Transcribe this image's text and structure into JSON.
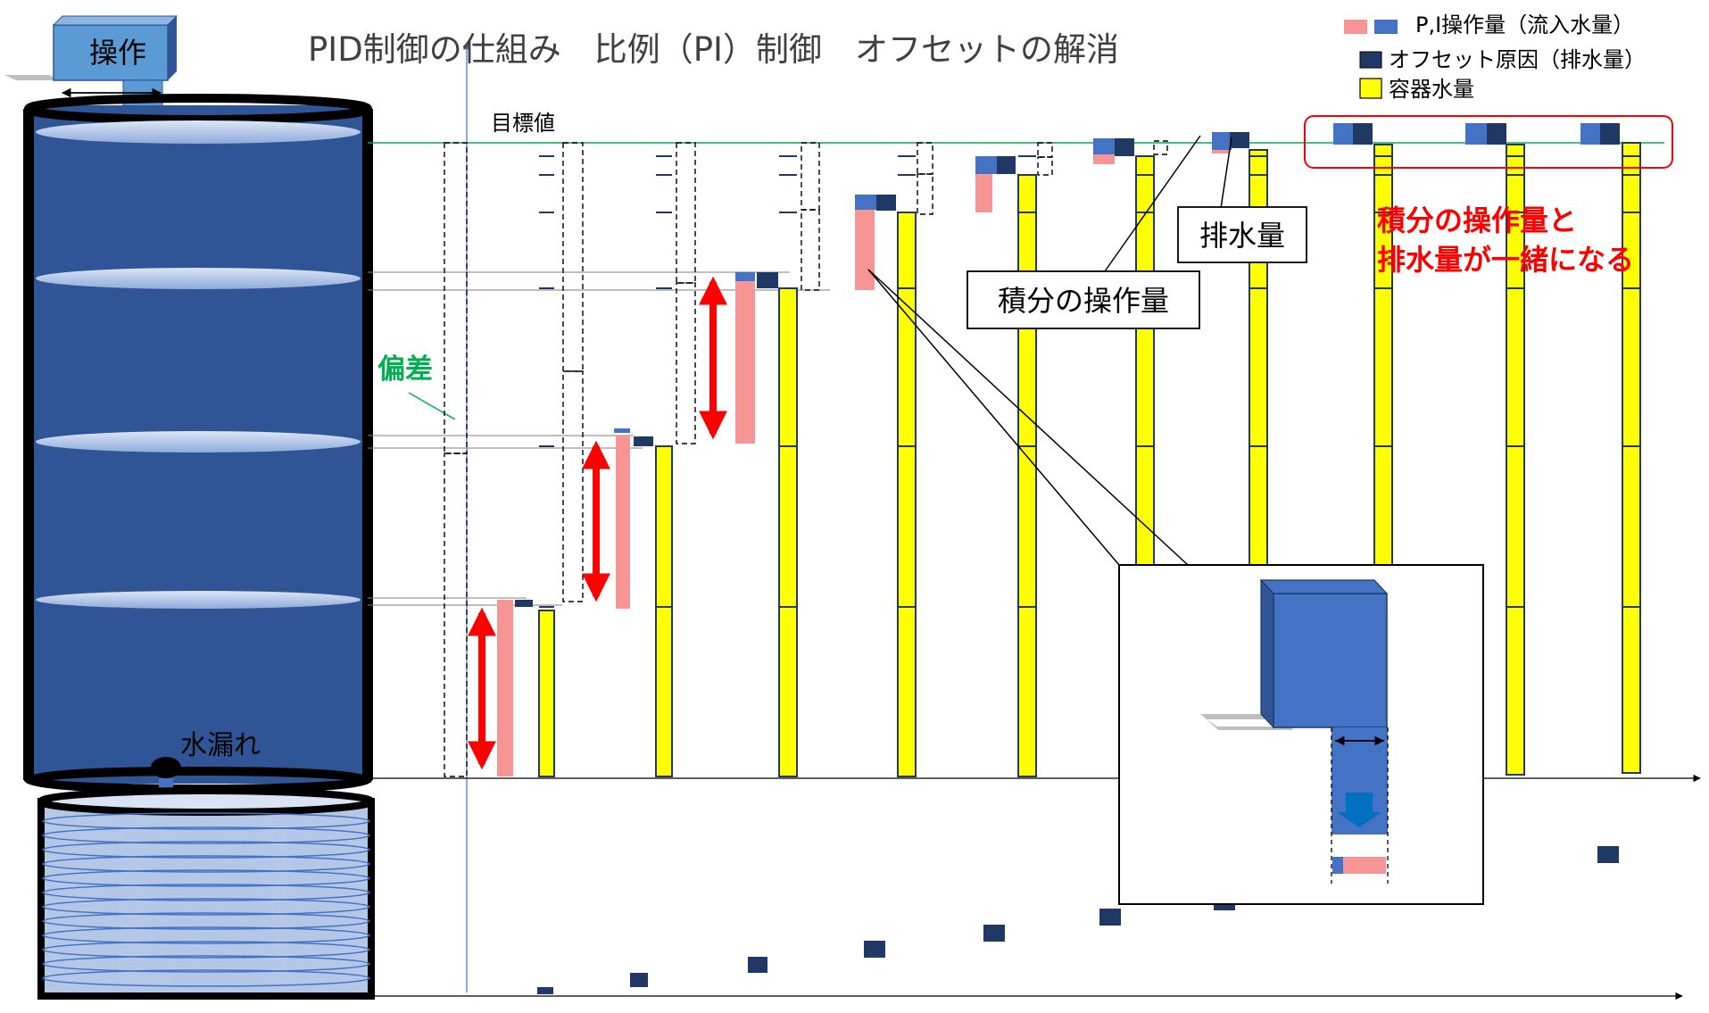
{
  "title": "PID制御の仕組み　比例（PI）制御　オフセットの解消",
  "operate_label": "操作",
  "target_label": "目標値",
  "deviation_label": "偏差",
  "leak_label": "水漏れ",
  "drain_label": "排水量",
  "integral_label": "積分の操作量",
  "result_line1": "積分の操作量と",
  "result_line2": "排水量が一緒になる",
  "legend": {
    "pi_input": "P,I操作量（流入水量）",
    "offset_cause": "オフセット原因（排水量）",
    "water_level": "容器水量"
  },
  "colors": {
    "proportional": "#F79494",
    "integral": "#4472C4",
    "drain": "#1F3864",
    "water": "#FFFF00",
    "tank": "#2F5597",
    "target_line": "#00B050",
    "deviation_text": "#00B050",
    "arrow": "#FF0000",
    "result_text": "#FF0000"
  }
}
